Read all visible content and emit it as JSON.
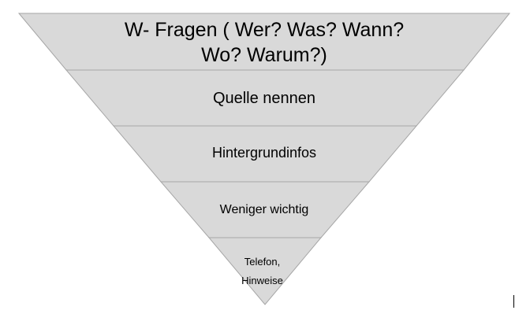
{
  "diagram": {
    "levels": [
      {
        "lines": [
          "W- Fragen ( Wer? Was? Wann?",
          "Wo? Warum?)"
        ]
      },
      {
        "lines": [
          "Quelle nennen"
        ]
      },
      {
        "lines": [
          "Hintergrundinfos"
        ]
      },
      {
        "lines": [
          "Weniger wichtig"
        ]
      },
      {
        "lines": [
          "Telefon,",
          "Hinweise"
        ]
      }
    ],
    "colors": {
      "fill": "#d9d9d9",
      "stroke": "#a6a6a6",
      "text": "#000000"
    }
  }
}
